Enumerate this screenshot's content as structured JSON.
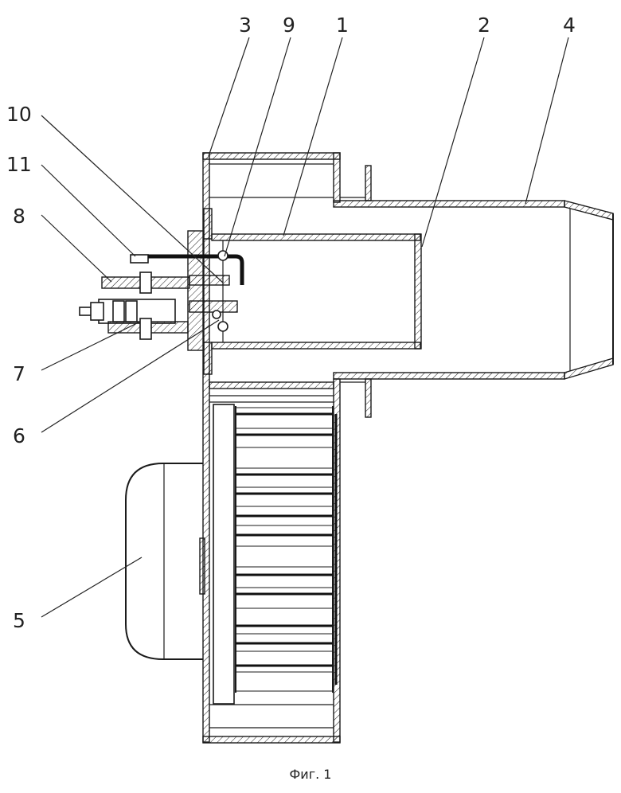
{
  "figure": {
    "caption": "Фиг. 1",
    "callouts": {
      "c1": "1",
      "c2": "2",
      "c3": "3",
      "c4": "4",
      "c5": "5",
      "c6": "6",
      "c7": "7",
      "c8": "8",
      "c9": "9",
      "c10": "10",
      "c11": "11"
    }
  }
}
